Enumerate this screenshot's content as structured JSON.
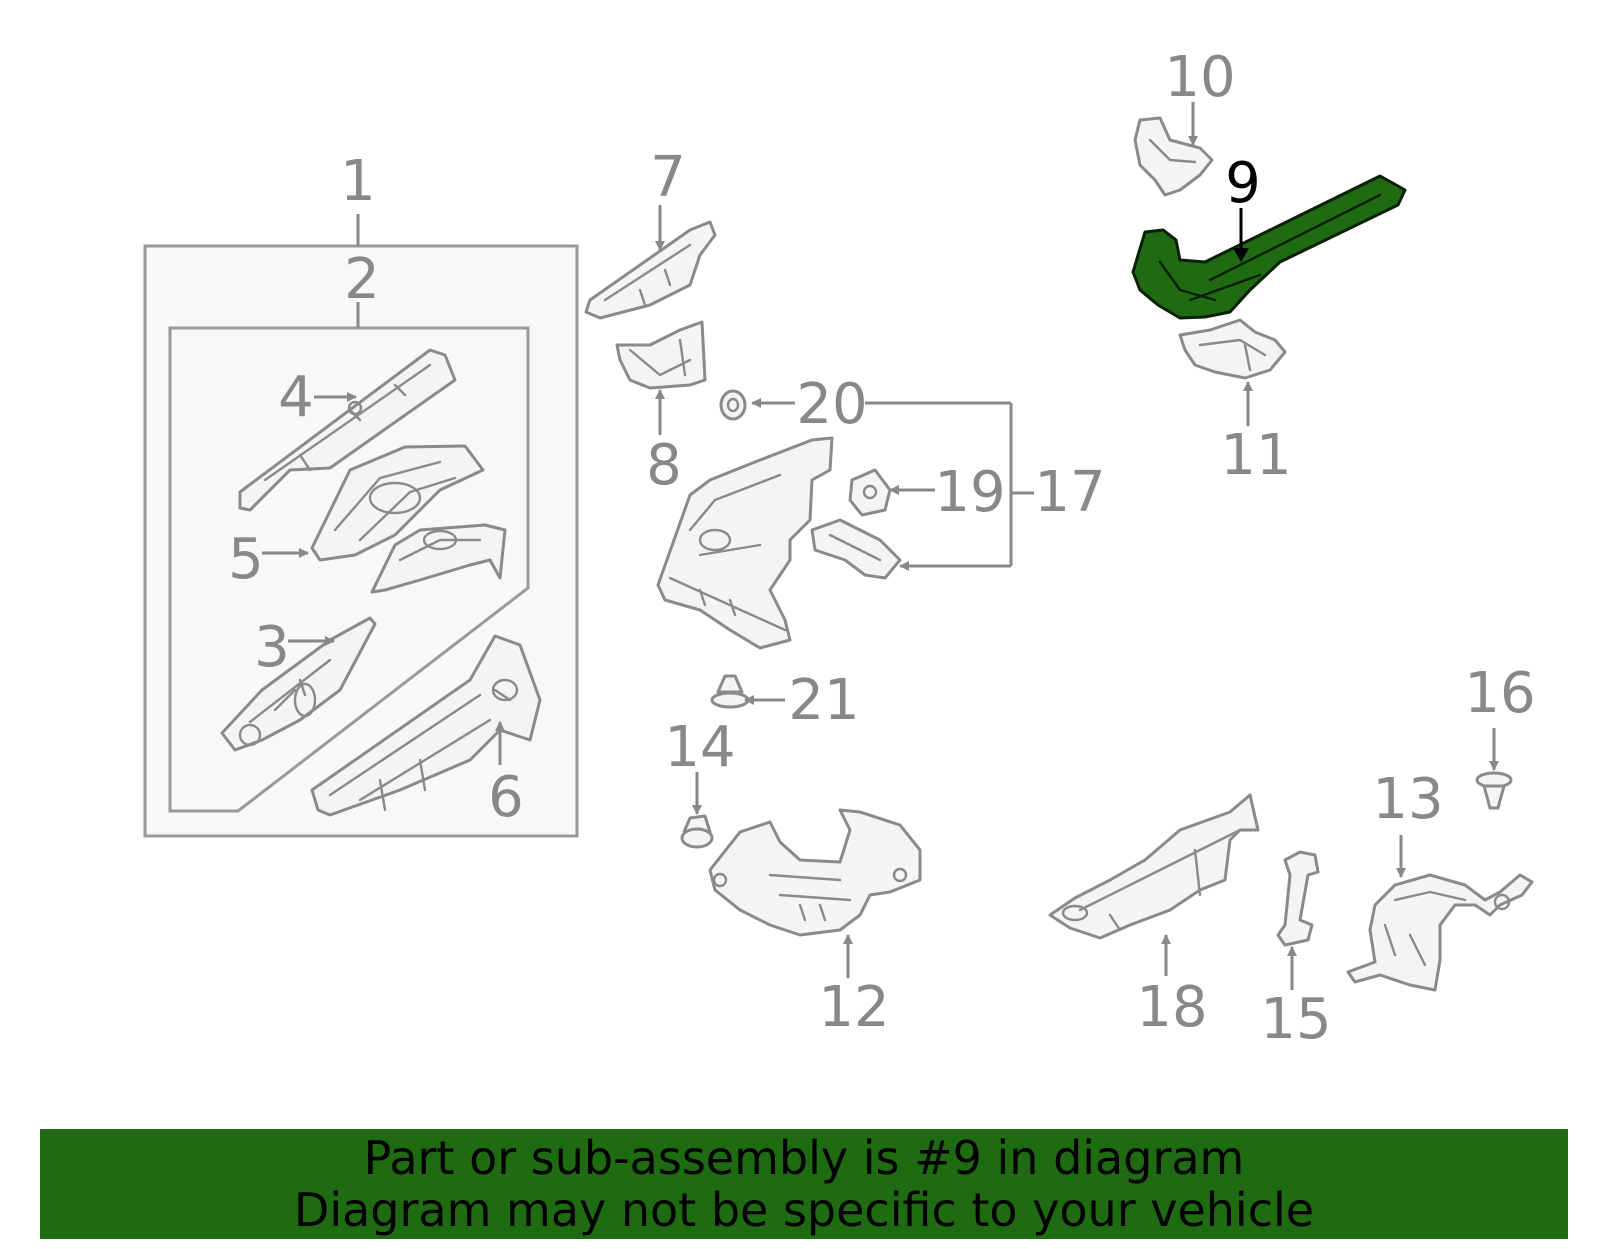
{
  "highlight_color": "#1f6b12",
  "banner": {
    "line1": "Part or sub-assembly is #9 in diagram",
    "line2": "Diagram may not be specific to your vehicle"
  },
  "callouts": {
    "c1": "1",
    "c2": "2",
    "c3": "3",
    "c4": "4",
    "c5": "5",
    "c6": "6",
    "c7": "7",
    "c8": "8",
    "c9": "9",
    "c10": "10",
    "c11": "11",
    "c12": "12",
    "c13": "13",
    "c14": "14",
    "c15": "15",
    "c16": "16",
    "c17": "17",
    "c18": "18",
    "c19": "19",
    "c20": "20",
    "c21": "21"
  }
}
